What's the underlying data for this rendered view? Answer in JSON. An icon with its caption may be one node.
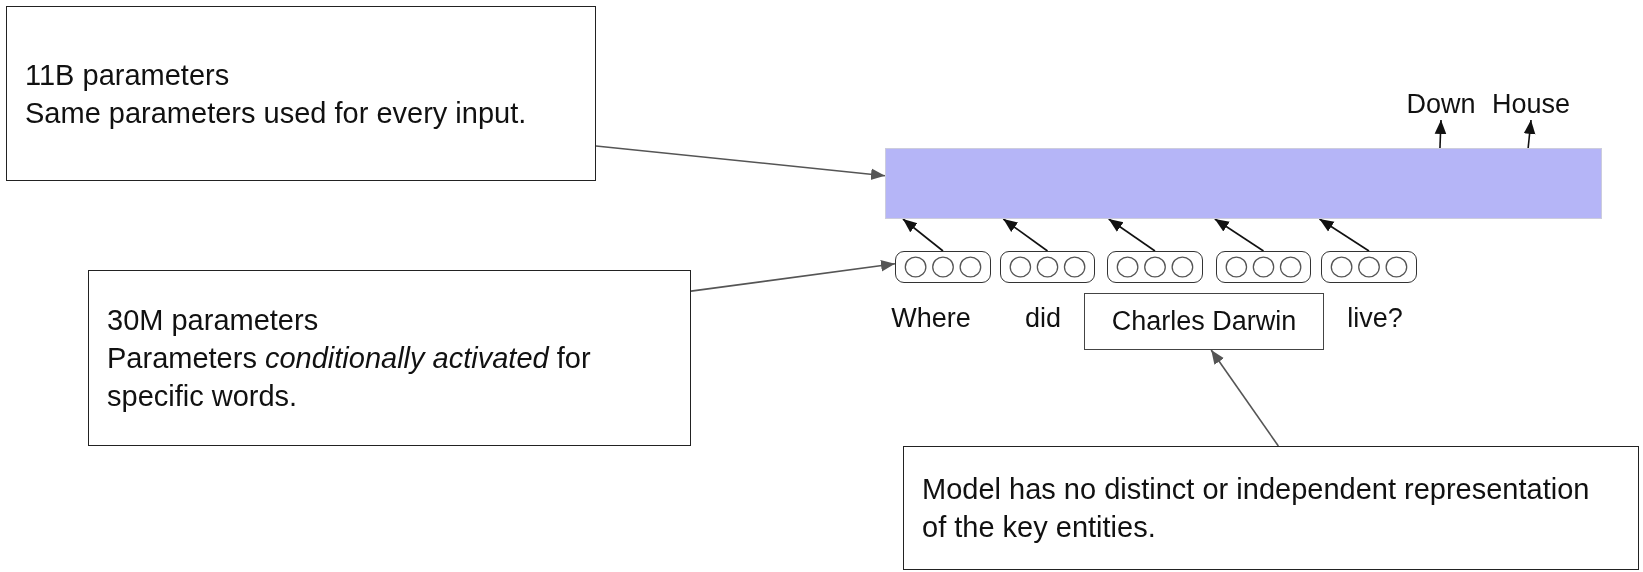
{
  "diagram": {
    "nodes": [
      {
        "text": [
          "11B parameters",
          "Same parameters used for every input."
        ]
      },
      {
        "text": [
          "30M parameters",
          "Parameters *conditionally activated* for specific words."
        ]
      },
      {
        "text": [],
        "shape": "bar"
      },
      {
        "text": [
          "Down"
        ]
      },
      {
        "text": [
          "House"
        ]
      },
      {
        "text": [],
        "shape": "box"
      },
      {
        "text": [],
        "shape": "box"
      },
      {
        "text": [],
        "shape": "box"
      },
      {
        "text": [],
        "shape": "box"
      },
      {
        "text": [],
        "shape": "box"
      },
      {
        "text": [
          "Charles Darwin"
        ]
      },
      {
        "text": [
          "Model has no distinct or independent representation of the key entities."
        ]
      }
    ],
    "edges": [
      {
        "from": 0,
        "to": 2,
        "arrow": "to",
        "color": "#555555"
      },
      {
        "from": 1,
        "to": 5,
        "arrow": "to",
        "color": "#555555"
      },
      {
        "from": 5,
        "to": 2,
        "arrow": "to"
      },
      {
        "from": 6,
        "to": 2,
        "arrow": "to"
      },
      {
        "from": 7,
        "to": 2,
        "arrow": "to"
      },
      {
        "from": 8,
        "to": 2,
        "arrow": "to"
      },
      {
        "from": 9,
        "to": 2,
        "arrow": "to"
      },
      {
        "from": 2,
        "to": 3,
        "arrow": "to"
      },
      {
        "from": 2,
        "to": 4,
        "arrow": "to"
      },
      {
        "from": 11,
        "to": 10,
        "arrow": "to",
        "color": "#555555"
      }
    ],
    "labels": [
      "Where",
      "did",
      "live?"
    ]
  }
}
